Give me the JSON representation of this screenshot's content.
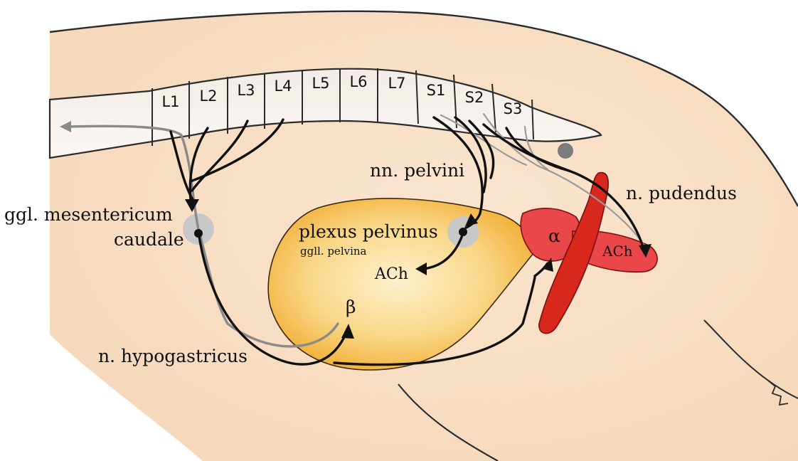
{
  "labels": {
    "ggl_mesentericum_line1": "ggl. mesentericum",
    "ggl_mesentericum_line2": "caudale",
    "nn_pelvini": "nn. pelvini",
    "n_pudendus": "n. pudendus",
    "plexus_pelvinus": "plexus pelvinus",
    "gglI_pelvina": "ggll. pelvina",
    "ach_bladder": "ACh",
    "ach_urethra": "ACh",
    "alpha": "α",
    "beta": "β",
    "n_hypogastricus": "n. hypogastricus"
  },
  "vertebrae": [
    "L1",
    "L2",
    "L3",
    "L4",
    "L5",
    "L6",
    "L7",
    "S1",
    "S2",
    "S3"
  ],
  "colors": {
    "body_skin": "#f8dfc6",
    "bladder_outer": "#f4b233",
    "bladder_inner": "#fbe3a8",
    "muscle_red": "#d8271d",
    "urethra_pink": "#e9474a",
    "nerve_black": "#111111",
    "nerve_gray": "#8a8a8a",
    "ganglion_gray": "#c8c8c8"
  }
}
